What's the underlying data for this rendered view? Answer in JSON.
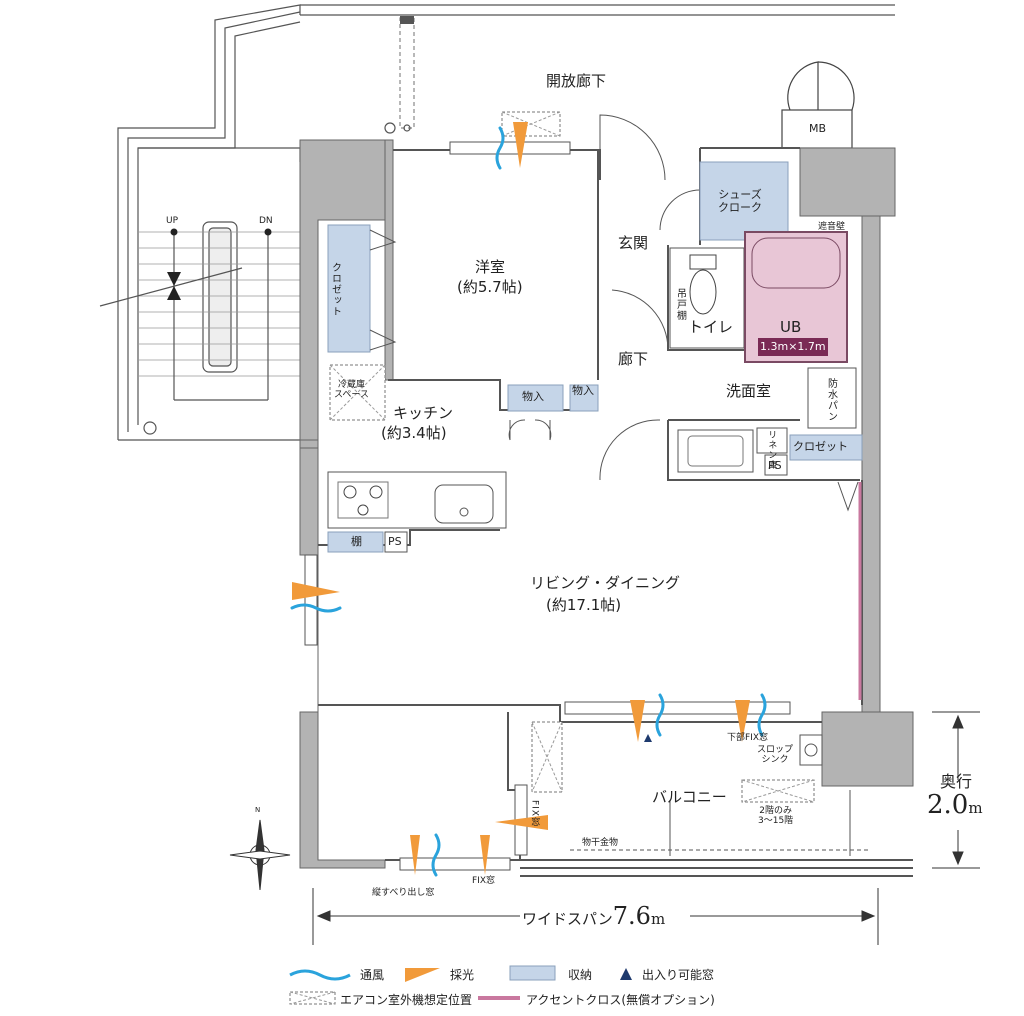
{
  "rooms": {
    "corridor": "開放廊下",
    "western_room": "洋室",
    "western_room_size": "(約5.7帖)",
    "entrance": "玄関",
    "hallway": "廊下",
    "toilet": "トイレ",
    "unit_bath": "UB",
    "unit_bath_size": "1.3m×1.7m",
    "washroom": "洗面室",
    "kitchen": "キッチン",
    "kitchen_size": "(約3.4帖)",
    "living_dining": "リビング・ダイニング",
    "living_dining_size": "(約17.1帖)",
    "balcony": "バルコニー"
  },
  "fixtures": {
    "mb": "MB",
    "shoes_cloak": "シューズ\nクローク",
    "sound_wall": "遮音壁",
    "hanging_shelf": "吊戸棚",
    "closet_western": "クロゼット",
    "fridge_space": "冷蔵庫\nスペース",
    "storage1": "物入",
    "storage2": "物入",
    "waterproof_pan": "防水パン",
    "linen": "リネン庫",
    "closet_wash": "クロゼット",
    "ps1": "PS",
    "ps2": "PS",
    "shelf": "棚",
    "lower_fix_window": "下部FIX窓",
    "slop_sink": "スロップ\nシンク",
    "floor_note": "2階のみ\n3〜15階",
    "fix_window_v": "FIX窓",
    "drying_rack": "物干金物",
    "fix_window": "FIX窓",
    "slide_window": "縦すべり出し窓",
    "up": "UP",
    "dn": "DN",
    "north": "N"
  },
  "dimensions": {
    "depth_label": "奥行",
    "depth_value": "2.0",
    "depth_unit": "m",
    "span_label": "ワイドスパン",
    "span_value": "7.6",
    "span_unit": "m"
  },
  "legend": {
    "ventilation": "通風",
    "daylight": "採光",
    "storage": "収納",
    "access_window": "出入り可能窓",
    "ac_unit": "エアコン室外機想定位置",
    "accent": "アクセントクロス(無償オプション)"
  },
  "colors": {
    "wall": "#b3b3b3",
    "storage": "#c5d5e8",
    "bath": "#e8c6d6",
    "accent": "#c9789f",
    "wind": "#2aa3dc",
    "light": "#f19a3a",
    "navy": "#1e3a6e"
  }
}
